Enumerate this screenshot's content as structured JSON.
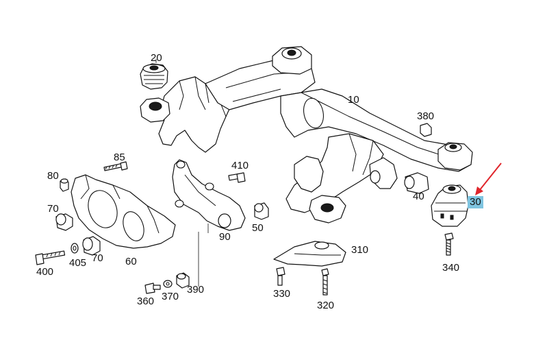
{
  "diagram": {
    "callouts": [
      {
        "id": "c20",
        "text": "20"
      },
      {
        "id": "c10",
        "text": "10"
      },
      {
        "id": "c380",
        "text": "380"
      },
      {
        "id": "c85",
        "text": "85"
      },
      {
        "id": "c80",
        "text": "80"
      },
      {
        "id": "c410",
        "text": "410"
      },
      {
        "id": "c70a",
        "text": "70"
      },
      {
        "id": "c50",
        "text": "50"
      },
      {
        "id": "c40",
        "text": "40"
      },
      {
        "id": "c30",
        "text": "30"
      },
      {
        "id": "c90",
        "text": "90"
      },
      {
        "id": "c310",
        "text": "310"
      },
      {
        "id": "c400",
        "text": "400"
      },
      {
        "id": "c405",
        "text": "405"
      },
      {
        "id": "c70b",
        "text": "70"
      },
      {
        "id": "c60",
        "text": "60"
      },
      {
        "id": "c340",
        "text": "340"
      },
      {
        "id": "c330",
        "text": "330"
      },
      {
        "id": "c360",
        "text": "360"
      },
      {
        "id": "c370",
        "text": "370"
      },
      {
        "id": "c390",
        "text": "390"
      },
      {
        "id": "c320",
        "text": "320"
      }
    ],
    "highlight_color": "#7fc4e0",
    "arrow_color": "#e0252b"
  }
}
